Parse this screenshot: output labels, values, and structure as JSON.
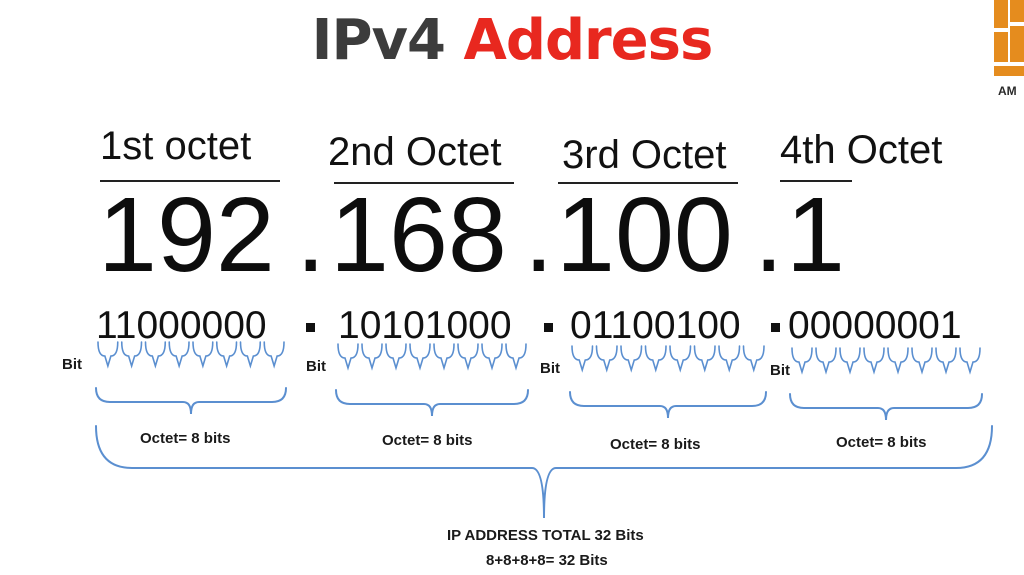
{
  "title": {
    "part1": "IPv4",
    "part2": "Address"
  },
  "logo_text": "AM",
  "octets": [
    {
      "label": "1st octet",
      "decimal": "192",
      "binary": "11000000"
    },
    {
      "label": "2nd Octet",
      "decimal": "168",
      "binary": "10101000"
    },
    {
      "label": "3rd Octet",
      "decimal": "100",
      "binary": "01100100"
    },
    {
      "label": "4th Octet",
      "decimal": "1",
      "binary": "00000001"
    }
  ],
  "separator": ".",
  "bit_label": "Bit",
  "octet_size_label": "Octet= 8 bits",
  "total_label": "IP ADDRESS TOTAL 32 Bits",
  "sum_label": "8+8+8+8= 32 Bits",
  "colors": {
    "title_dark": "#3c3c3c",
    "title_accent": "#e8281f",
    "brace": "#5b8fd0",
    "logo": "#e58c1e"
  }
}
